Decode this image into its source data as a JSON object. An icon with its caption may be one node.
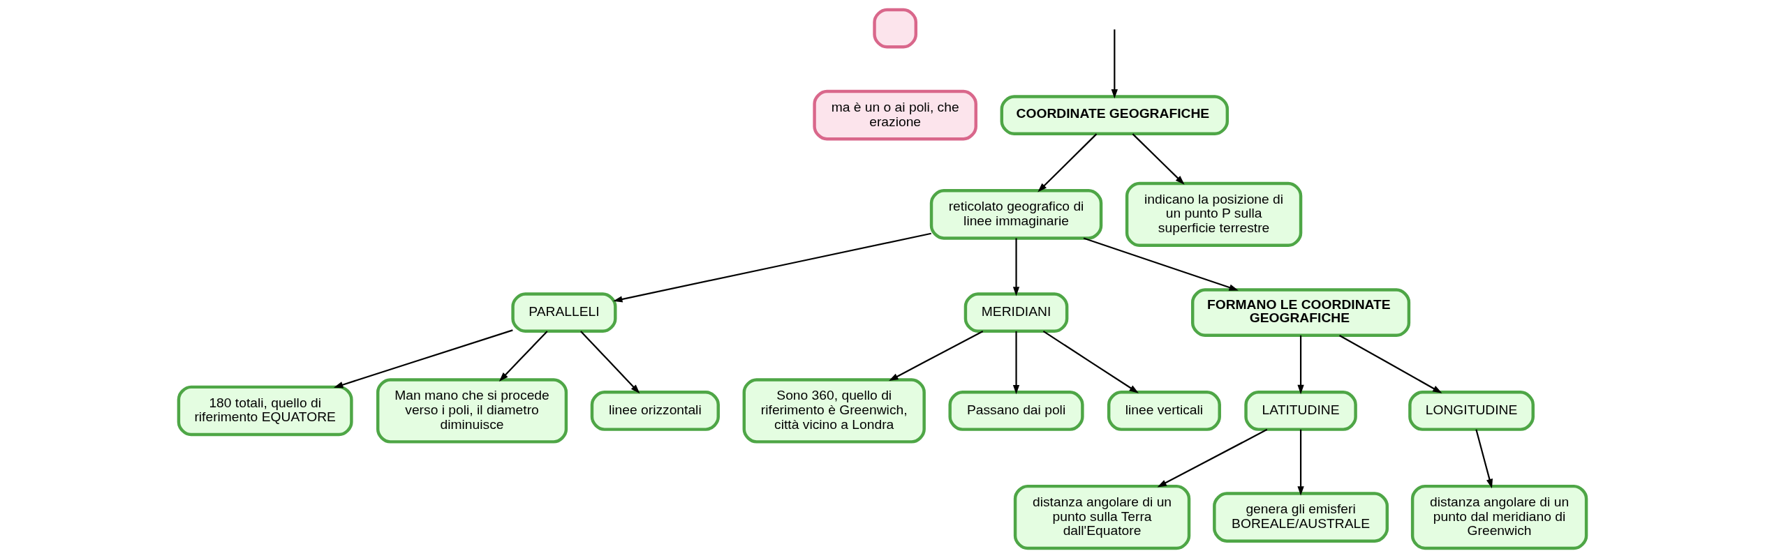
{
  "diagram": {
    "nodes": [
      {
        "text": [],
        "shape": "box"
      },
      {
        "text": [
          "ma è un o ai poli, che erazione"
        ]
      },
      {
        "text": [
          "COORDINATE GEOGRAFICHE"
        ]
      },
      {
        "text": [
          "reticolato geografico di linee immaginarie"
        ]
      },
      {
        "text": [
          "indicano la posizione di un punto P sulla superficie terrestre"
        ]
      },
      {
        "text": [
          "PARALLELI"
        ]
      },
      {
        "text": [
          "MERIDIANI"
        ]
      },
      {
        "text": [
          "FORMANO LE COORDINATE GEOGRAFICHE"
        ]
      },
      {
        "text": [
          "180 totali, quello di riferimento EQUATORE"
        ]
      },
      {
        "text": [
          "Man mano che si procede verso i poli, il diametro diminuisce"
        ]
      },
      {
        "text": [
          "linee orizzontali"
        ]
      },
      {
        "text": [
          "Sono 360, quello di riferimento è Greenwich, città vicino a Londra"
        ]
      },
      {
        "text": [
          "Passano dai poli"
        ]
      },
      {
        "text": [
          "linee verticali"
        ]
      },
      {
        "text": [
          "LATITUDINE"
        ]
      },
      {
        "text": [
          "LONGITUDINE"
        ]
      },
      {
        "text": [
          "distanza angolare di un punto sulla Terra dall'Equatore"
        ]
      },
      {
        "text": [
          "genera gli emisferi BOREALE/AUSTRALE"
        ]
      },
      {
        "text": [
          "distanza angolare di un punto dal meridiano di Greenwich"
        ]
      }
    ],
    "edges": [
      {
        "from": null,
        "to": 2,
        "arrow": "to"
      },
      {
        "from": 2,
        "to": 3,
        "arrow": "to"
      },
      {
        "from": 2,
        "to": 4,
        "arrow": "to"
      },
      {
        "from": 3,
        "to": 5,
        "arrow": "to"
      },
      {
        "from": 3,
        "to": 6,
        "arrow": "to"
      },
      {
        "from": 3,
        "to": 7,
        "arrow": "to"
      },
      {
        "from": 5,
        "to": 8,
        "arrow": "to"
      },
      {
        "from": 5,
        "to": 9,
        "arrow": "to"
      },
      {
        "from": 5,
        "to": 10,
        "arrow": "to"
      },
      {
        "from": 6,
        "to": 11,
        "arrow": "to"
      },
      {
        "from": 6,
        "to": 12,
        "arrow": "to"
      },
      {
        "from": 6,
        "to": 13,
        "arrow": "to"
      },
      {
        "from": 7,
        "to": 14,
        "arrow": "to"
      },
      {
        "from": 7,
        "to": 15,
        "arrow": "to"
      },
      {
        "from": 14,
        "to": 16,
        "arrow": "to"
      },
      {
        "from": 14,
        "to": 17,
        "arrow": "to"
      },
      {
        "from": 15,
        "to": 18,
        "arrow": "to"
      }
    ]
  }
}
